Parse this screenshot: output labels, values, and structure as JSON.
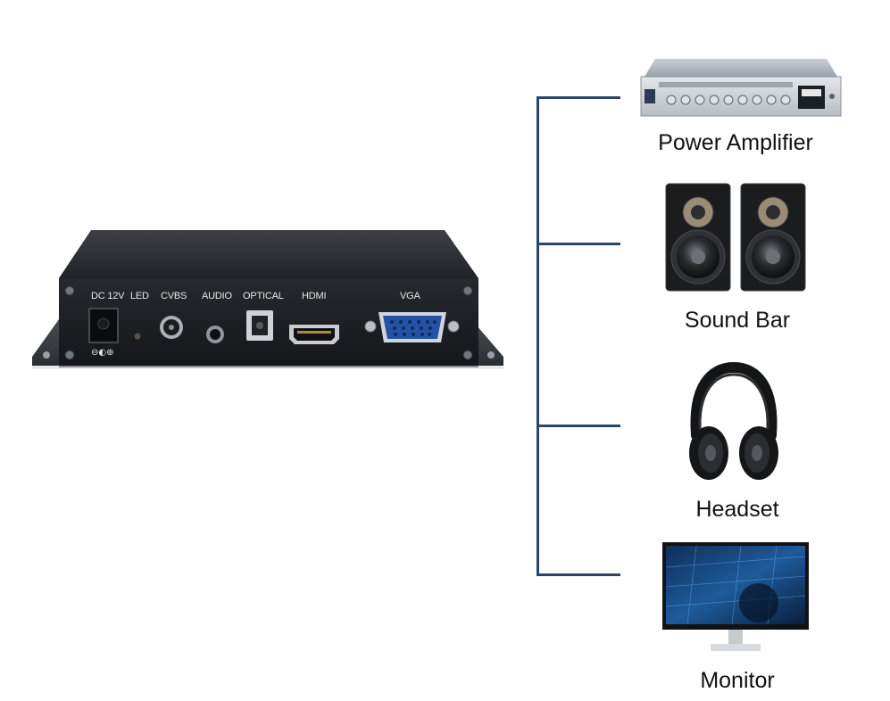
{
  "device": {
    "ports": {
      "dc": "DC 12V",
      "led": "LED",
      "cvbs": "CVBS",
      "audio": "AUDIO",
      "optical": "OPTICAL",
      "hdmi": "HDMI",
      "vga": "VGA"
    },
    "polarity_symbol": "⊖◐⊕"
  },
  "outputs": [
    {
      "label": "Power Amplifier",
      "icon": "power-amplifier-icon"
    },
    {
      "label": "Sound Bar",
      "icon": "speakers-icon"
    },
    {
      "label": "Headset",
      "icon": "headphones-icon"
    },
    {
      "label": "Monitor",
      "icon": "monitor-icon"
    }
  ],
  "colors": {
    "connector_line": "#28456b",
    "device_body": "#2a2d31"
  }
}
